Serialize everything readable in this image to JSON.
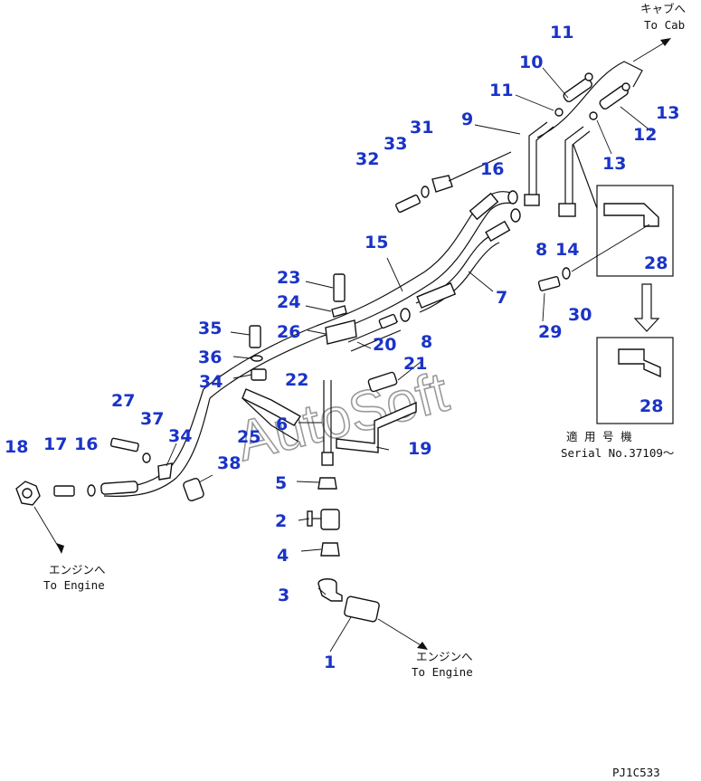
{
  "diagram": {
    "callouts": [
      "1",
      "2",
      "3",
      "4",
      "5",
      "6",
      "7",
      "8",
      "8",
      "9",
      "10",
      "11",
      "11",
      "12",
      "13",
      "13",
      "14",
      "15",
      "16",
      "16",
      "17",
      "18",
      "19",
      "20",
      "21",
      "22",
      "23",
      "24",
      "25",
      "26",
      "27",
      "28",
      "28",
      "29",
      "30",
      "31",
      "32",
      "33",
      "34",
      "34",
      "35",
      "36",
      "37",
      "38"
    ],
    "notes": {
      "cab_jp": "キャブへ",
      "cab_en": "To Cab",
      "engine_jp": "エンジンへ",
      "engine_en": "To Engine",
      "serial_jp": "適 用 号 機",
      "serial_en": "Serial No.37109～"
    },
    "watermark": "AutoSoft",
    "drawing_code": "PJ1C533"
  },
  "colors": {
    "callout": "#1a33c8",
    "line": "#111111",
    "watermark": "#9a9a9a"
  }
}
